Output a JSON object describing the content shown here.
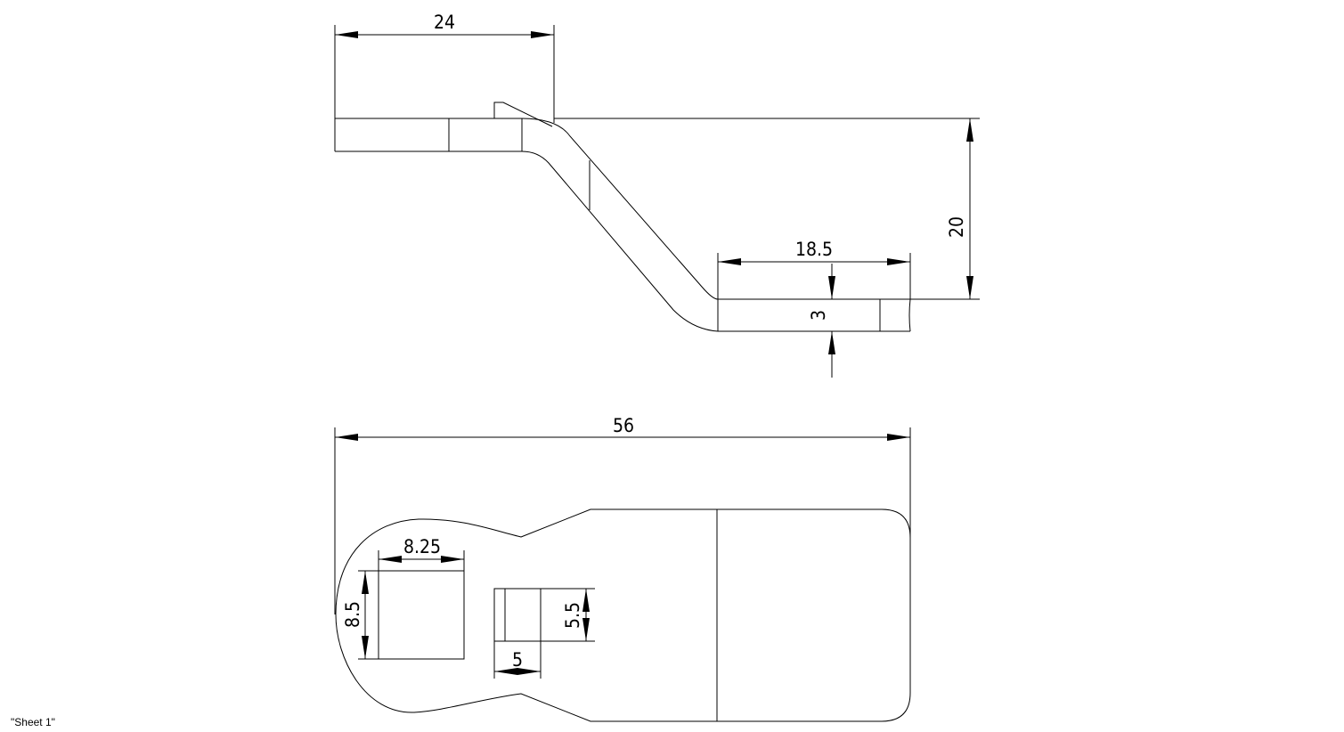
{
  "sheet_label": "\"Sheet 1\"",
  "dimensions": {
    "side_view": {
      "offset_length": "24",
      "height": "20",
      "pad_length": "18.5",
      "thickness": "3"
    },
    "top_view": {
      "overall_length": "56",
      "square_hole_width": "8.25",
      "square_hole_height": "8.5",
      "small_slot_height": "5.5",
      "small_slot_width": "5"
    }
  }
}
